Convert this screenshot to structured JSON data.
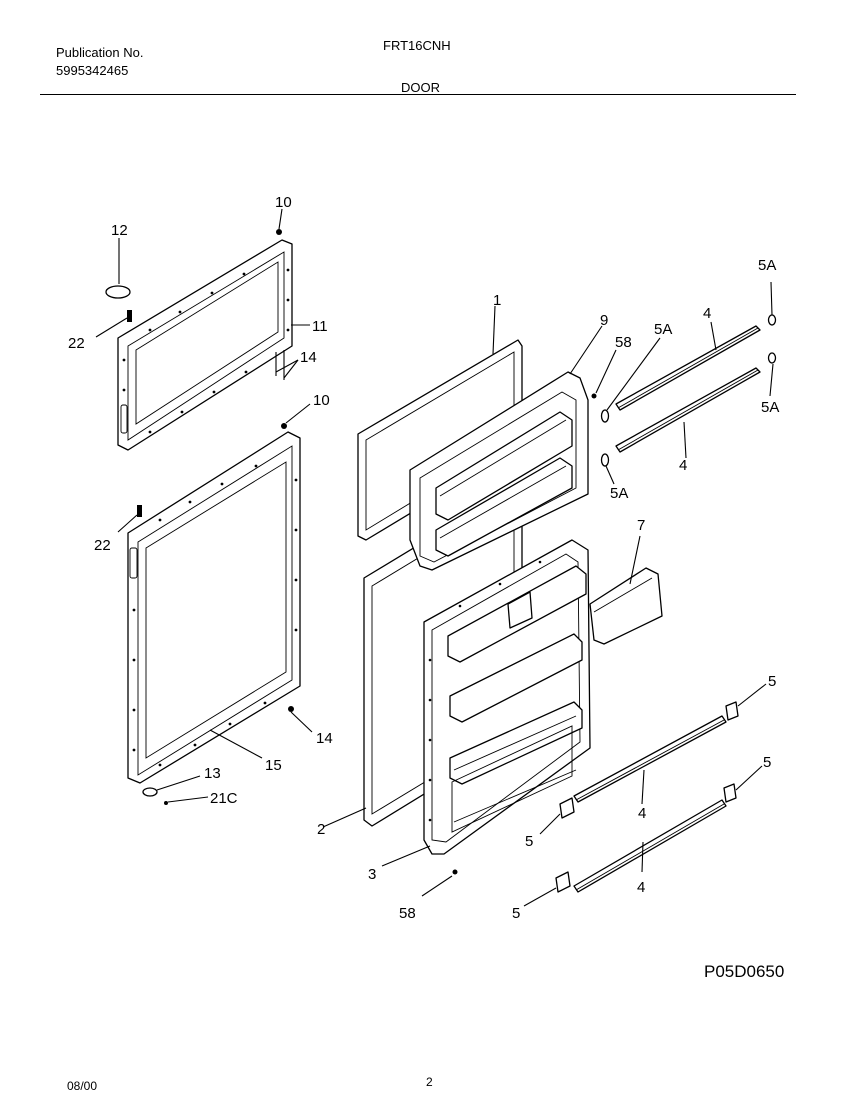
{
  "header": {
    "publication_label": "Publication No.",
    "publication_number": "5995342465",
    "model": "FRT16CNH",
    "section": "DOOR"
  },
  "diagram": {
    "part_callouts": [
      "10",
      "12",
      "22",
      "11",
      "14",
      "10",
      "22",
      "15",
      "14",
      "13",
      "21C",
      "1",
      "2",
      "3",
      "9",
      "58",
      "58",
      "5A",
      "5A",
      "5A",
      "5A",
      "4",
      "4",
      "4",
      "4",
      "7",
      "5",
      "5",
      "5",
      "5"
    ]
  },
  "figure_code": "P05D0650",
  "footer": {
    "date": "08/00",
    "page": "2"
  }
}
